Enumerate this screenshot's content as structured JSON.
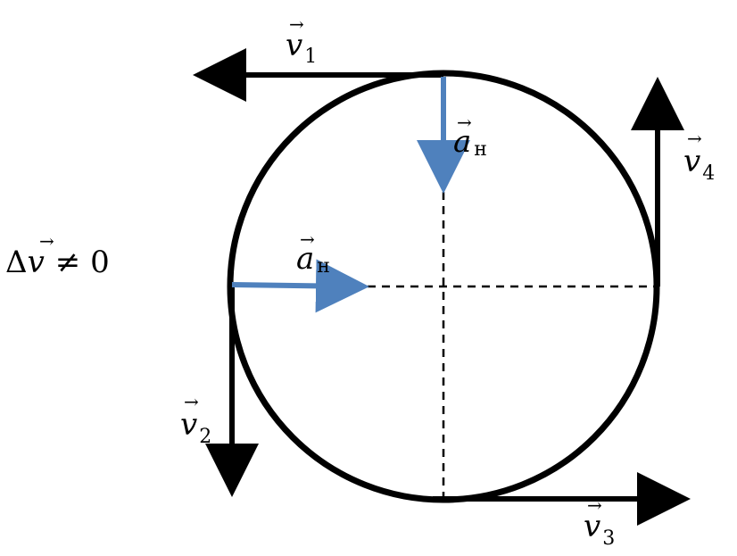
{
  "colors": {
    "stroke": "#000000",
    "accel": "#4f81bd"
  },
  "labels": {
    "v1": {
      "letter": "v",
      "index": "1"
    },
    "v2": {
      "letter": "v",
      "index": "2"
    },
    "v3": {
      "letter": "v",
      "index": "3"
    },
    "v4": {
      "letter": "v",
      "index": "4"
    },
    "a_top": {
      "letter": "a",
      "index": "н"
    },
    "a_left": {
      "letter": "a",
      "index": "н"
    },
    "vector_mark": "⃗",
    "arrow_glyph": "→",
    "delta_equation": "Δv⃗ ≠ 0",
    "delta_symbol": "Δ",
    "delta_letter": "v",
    "delta_rest": "≠ 0"
  }
}
